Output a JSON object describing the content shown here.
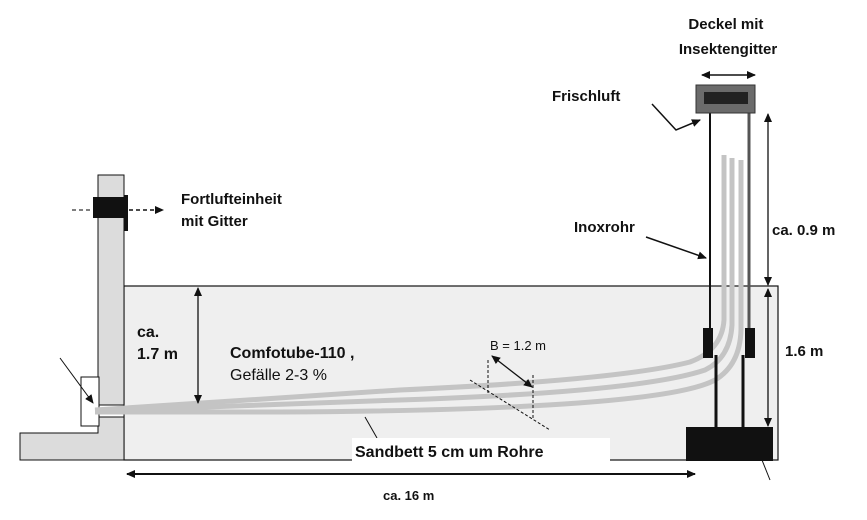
{
  "labels": {
    "exhaust_unit": [
      "Fortlufteinheit",
      "mit Gitter"
    ],
    "cover": [
      "Deckel mit",
      "Insektengitter"
    ],
    "fresh_air": "Frischluft",
    "stainless_pipe": "Inoxrohr",
    "height_above": "ca. 0.9 m",
    "depth_right": "1.6 m",
    "depth_left": [
      "ca.",
      "1.7 m"
    ],
    "tube_type": "Comfotube-110 ,",
    "slope": "Gefälle 2-3 %",
    "bend_radius": "B = 1.2 m",
    "sand_bed": "Sandbett 5 cm um Rohre",
    "length": "ca. 16 m"
  },
  "colors": {
    "wall": "#dcdcdc",
    "trench": "#efefef",
    "pipe": "#c4c4c4",
    "ink": "#111111",
    "cap": "#6b6b6b"
  }
}
